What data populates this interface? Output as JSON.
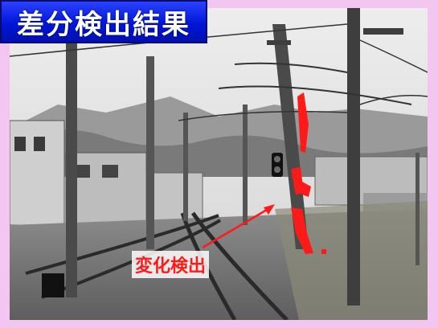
{
  "title": "差分検出結果",
  "annotation_label": "変化検出",
  "colors": {
    "frame": "#f2c6f0",
    "title_bg": "#0016d8",
    "highlight": "#ff1a1a",
    "arrow": "#ff1a1a"
  },
  "icons": [
    "utility-pole",
    "railway-track",
    "signal-light",
    "overhead-wire"
  ]
}
